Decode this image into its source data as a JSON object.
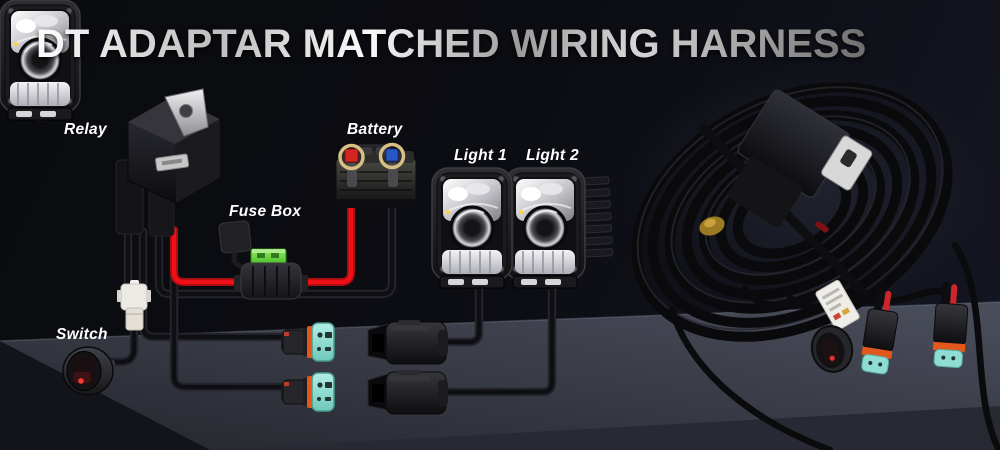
{
  "title": "DT ADAPTAR MATCHED WIRING HARNESS",
  "components": {
    "relay": {
      "label": "Relay"
    },
    "fuse_box": {
      "label": "Fuse Box"
    },
    "battery": {
      "label": "Battery"
    },
    "light1": {
      "label": "Light 1"
    },
    "light2": {
      "label": "Light 2"
    },
    "switch": {
      "label": "Switch"
    }
  },
  "colors": {
    "background_dark": "#0b0c10",
    "accent_gold": "#c8951f",
    "wire_red": "#ee1016",
    "wire_black": "#17181c",
    "connector_teal": "#8fdcd2",
    "connector_seal_orange": "#e2571c",
    "fuse_green": "#4fc32a",
    "platform_gray": "#3c3f49",
    "title_silver": "#d9d9d9",
    "battery_terminal_red": "#d42521",
    "battery_terminal_blue": "#2757c9",
    "highlight_ring_gold": "#d7bf85"
  }
}
